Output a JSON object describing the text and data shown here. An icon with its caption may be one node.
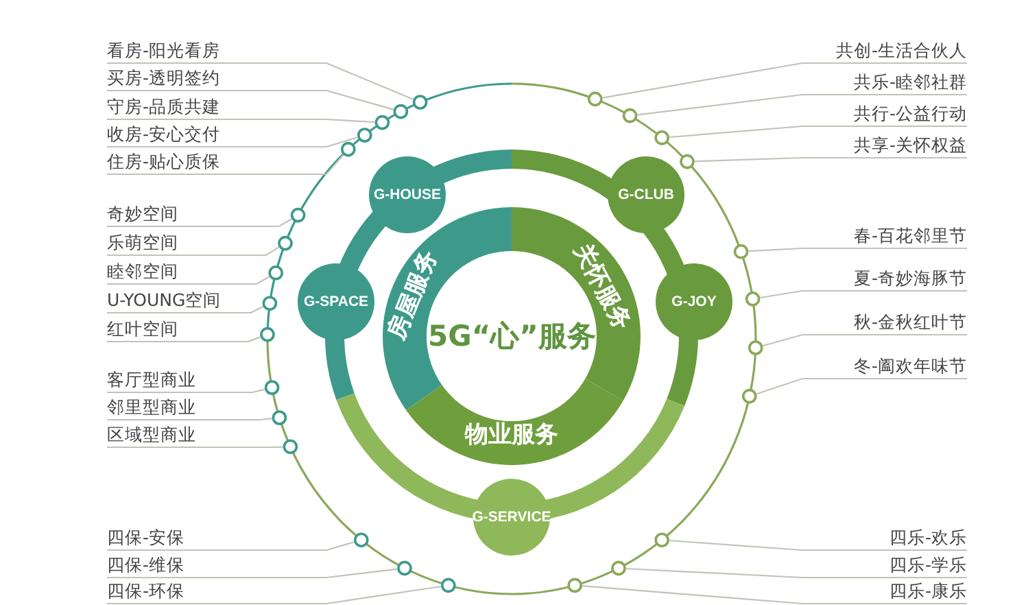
{
  "diagram": {
    "nodes": [
      {
        "text": [
          "5G“心”服务"
        ]
      },
      {
        "text": [
          "房屋服务"
        ]
      },
      {
        "text": [
          "关怀服务"
        ]
      },
      {
        "text": [
          "物业服务"
        ]
      },
      {
        "text": [
          "G-HOUSE"
        ]
      },
      {
        "text": [
          "G-CLUB"
        ]
      },
      {
        "text": [
          "G-SPACE"
        ]
      },
      {
        "text": [
          "G-JOY"
        ]
      },
      {
        "text": [
          "G-SERVICE"
        ]
      },
      {
        "text": [
          "看房-阳光看房"
        ]
      },
      {
        "text": [
          "买房-透明签约"
        ]
      },
      {
        "text": [
          "守房-品质共建"
        ]
      },
      {
        "text": [
          "收房-安心交付"
        ]
      },
      {
        "text": [
          "住房-贴心质保"
        ]
      },
      {
        "text": [
          "奇妙空间"
        ]
      },
      {
        "text": [
          "乐萌空间"
        ]
      },
      {
        "text": [
          "睦邻空间"
        ]
      },
      {
        "text": [
          "U-YOUNG空间"
        ]
      },
      {
        "text": [
          "红叶空间"
        ]
      },
      {
        "text": [
          "客厅型商业"
        ]
      },
      {
        "text": [
          "邻里型商业"
        ]
      },
      {
        "text": [
          "区域型商业"
        ]
      },
      {
        "text": [
          "四保-安保"
        ]
      },
      {
        "text": [
          "四保-维保"
        ]
      },
      {
        "text": [
          "四保-环保"
        ]
      },
      {
        "text": [
          "共创-生活合伙人"
        ]
      },
      {
        "text": [
          "共乐-睦邻社群"
        ]
      },
      {
        "text": [
          "共行-公益行动"
        ]
      },
      {
        "text": [
          "共享-关怀权益"
        ]
      },
      {
        "text": [
          "春-百花邻里节"
        ]
      },
      {
        "text": [
          "夏-奇妙海豚节"
        ]
      },
      {
        "text": [
          "秋-金秋红叶节"
        ]
      },
      {
        "text": [
          "冬-阖欢年味节"
        ]
      },
      {
        "text": [
          "四乐-欢乐"
        ]
      },
      {
        "text": [
          "四乐-学乐"
        ]
      },
      {
        "text": [
          "四乐-康乐"
        ]
      },
      {
        "text": [],
        "shape": "circle"
      },
      {
        "text": [],
        "shape": "circle"
      },
      {
        "text": [],
        "shape": "circle"
      },
      {
        "text": [],
        "shape": "circle"
      },
      {
        "text": [],
        "shape": "circle"
      },
      {
        "text": [],
        "shape": "circle"
      },
      {
        "text": [],
        "shape": "circle"
      },
      {
        "text": [],
        "shape": "circle"
      },
      {
        "text": [],
        "shape": "circle"
      },
      {
        "text": [],
        "shape": "circle"
      },
      {
        "text": [],
        "shape": "circle"
      },
      {
        "text": [],
        "shape": "circle"
      },
      {
        "text": [],
        "shape": "circle"
      },
      {
        "text": [],
        "shape": "circle"
      },
      {
        "text": [],
        "shape": "circle"
      },
      {
        "text": [],
        "shape": "circle"
      },
      {
        "text": [],
        "shape": "circle"
      },
      {
        "text": [],
        "shape": "circle"
      },
      {
        "text": [],
        "shape": "circle"
      },
      {
        "text": [],
        "shape": "circle"
      },
      {
        "text": [],
        "shape": "circle"
      },
      {
        "text": [],
        "shape": "circle"
      },
      {
        "text": [],
        "shape": "circle"
      },
      {
        "text": [],
        "shape": "circle"
      },
      {
        "text": [],
        "shape": "circle"
      },
      {
        "text": [],
        "shape": "circle"
      },
      {
        "text": [],
        "shape": "circle"
      }
    ],
    "edges": [
      {
        "from": 9,
        "to": 36,
        "arrow": "none"
      },
      {
        "from": 10,
        "to": 37,
        "arrow": "none"
      },
      {
        "from": 11,
        "to": 38,
        "arrow": "none"
      },
      {
        "from": 12,
        "to": 39,
        "arrow": "none"
      },
      {
        "from": 13,
        "to": 40,
        "arrow": "none"
      },
      {
        "from": 14,
        "to": 41,
        "arrow": "none"
      },
      {
        "from": 15,
        "to": 42,
        "arrow": "none"
      },
      {
        "from": 16,
        "to": 43,
        "arrow": "none"
      },
      {
        "from": 17,
        "to": 44,
        "arrow": "none"
      },
      {
        "from": 18,
        "to": 45,
        "arrow": "none"
      },
      {
        "from": 19,
        "to": 46,
        "arrow": "none"
      },
      {
        "from": 20,
        "to": 47,
        "arrow": "none"
      },
      {
        "from": 21,
        "to": 48,
        "arrow": "none"
      },
      {
        "from": 22,
        "to": 49,
        "arrow": "none"
      },
      {
        "from": 23,
        "to": 50,
        "arrow": "none"
      },
      {
        "from": 24,
        "to": 51,
        "arrow": "none"
      },
      {
        "from": 25,
        "to": 52,
        "arrow": "none"
      },
      {
        "from": 26,
        "to": 53,
        "arrow": "none"
      },
      {
        "from": 27,
        "to": 54,
        "arrow": "none"
      },
      {
        "from": 28,
        "to": 55,
        "arrow": "none"
      },
      {
        "from": 29,
        "to": 56,
        "arrow": "none"
      },
      {
        "from": 30,
        "to": 57,
        "arrow": "none"
      },
      {
        "from": 31,
        "to": 58,
        "arrow": "none"
      },
      {
        "from": 32,
        "to": 59,
        "arrow": "none"
      },
      {
        "from": 33,
        "to": 60,
        "arrow": "none"
      },
      {
        "from": 34,
        "to": 61,
        "arrow": "none"
      },
      {
        "from": 35,
        "to": 62,
        "arrow": "none"
      }
    ]
  }
}
